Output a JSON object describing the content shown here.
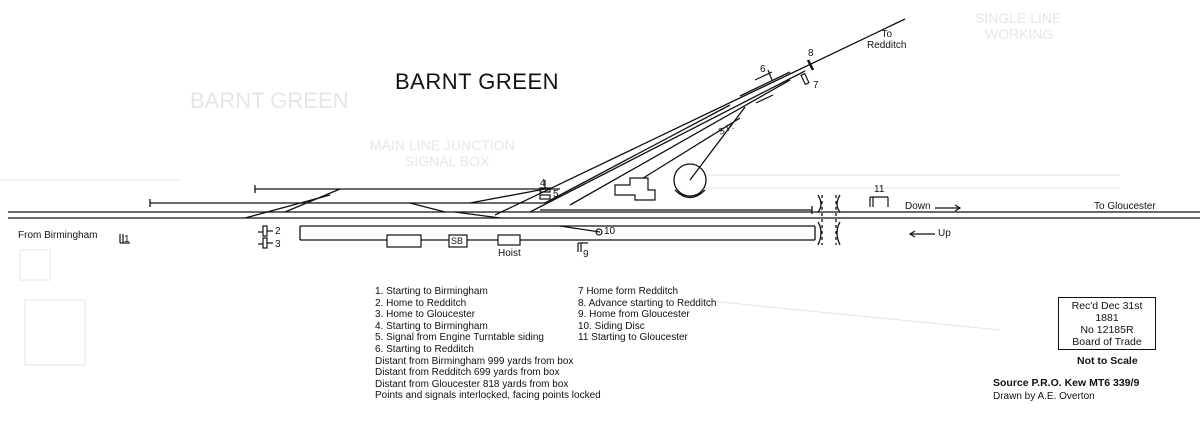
{
  "title": "BARNT GREEN",
  "places": {
    "to_redditch": "To\nRedditch",
    "from_birmingham": "From Birmingham",
    "to_gloucester": "To Gloucester",
    "down": "Down",
    "up": "Up",
    "hoist": "Hoist",
    "signal_box": "SB",
    "sp": "S.P."
  },
  "signal_numbers": [
    "1",
    "2",
    "3",
    "4",
    "5",
    "6",
    "7",
    "8",
    "9",
    "10",
    "11"
  ],
  "legend_left": [
    "1.  Starting to Birmingham",
    "2.  Home to Redditch",
    "3.  Home to Gloucester",
    "4.  Starting to Birmingham",
    "5.  Signal from Engine Turntable siding",
    "6.  Starting to Redditch",
    "Distant from Birmingham 999 yards from box",
    "Distant from Redditch 699 yards from box",
    "Distant from Gloucester 818 yards from box",
    "Points and signals interlocked, facing points locked"
  ],
  "legend_right": [
    "7    Home form Redditch",
    "8.  Advance starting to Redditch",
    "9.  Home from Gloucester",
    "10.  Siding Disc",
    "11    Starting to Gloucester"
  ],
  "info_box": [
    "Rec'd Dec 31st",
    "1881",
    "No 12185R",
    "Board of Trade"
  ],
  "not_to_scale": "Not to Scale",
  "source": "Source P.R.O. Kew MT6 339/9",
  "drawn_by": "Drawn by A.E. Overton"
}
